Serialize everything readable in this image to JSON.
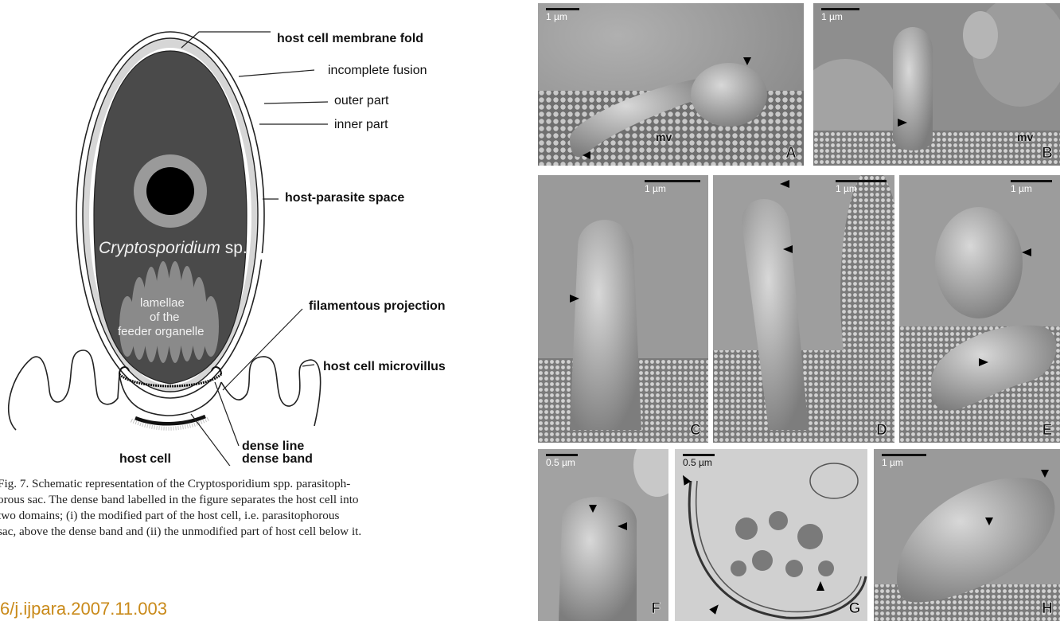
{
  "schematic": {
    "labels": {
      "host_cell_membrane_fold": "host cell membrane fold",
      "incomplete_fusion": "incomplete fusion",
      "outer_part": "outer part",
      "inner_part": "inner part",
      "host_parasite_space": "host-parasite space",
      "filamentous_projection": "filamentous projection",
      "host_cell_microvillus": "host cell microvillus",
      "dense_line": "dense line",
      "host_cell": "host cell",
      "dense_band": "dense band",
      "parasite_genus": "Cryptosporidium",
      "parasite_sp": " sp.",
      "lamellae_line1": "lamellae",
      "lamellae_line2": "of the",
      "lamellae_line3": "feeder organelle"
    }
  },
  "caption": {
    "line1": "Fig. 7. Schematic representation of the Cryptosporidium spp. parasitoph-",
    "line2": "orous sac. The dense band labelled in the figure separates the host cell into",
    "line3": "two domains; (i) the modified part of the host cell, i.e. parasitophorous",
    "line4": "sac, above the dense band and (ii) the unmodified part of host cell below it."
  },
  "doi_fragment": "6/j.ijpara.2007.11.003",
  "panels": [
    {
      "letter": "A",
      "scale": "1 µm",
      "mv": "mv"
    },
    {
      "letter": "B",
      "scale": "1 µm",
      "mv": "mv"
    },
    {
      "letter": "C",
      "scale": "1 µm"
    },
    {
      "letter": "D",
      "scale": "1 µm"
    },
    {
      "letter": "E",
      "scale": "1 µm"
    },
    {
      "letter": "F",
      "scale": "0.5 µm"
    },
    {
      "letter": "G",
      "scale": "0.5 µm"
    },
    {
      "letter": "H",
      "scale": "1 µm"
    }
  ]
}
